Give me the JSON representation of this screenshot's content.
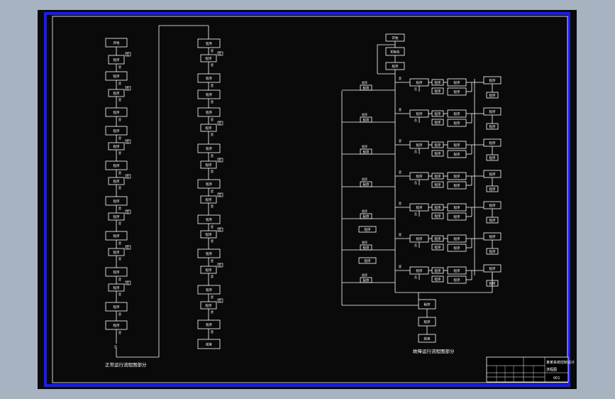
{
  "drawing": {
    "left_caption": "正常运行流程图部分",
    "right_caption": "故障运行流程图部分",
    "start_label": "开始",
    "end_label": "结束",
    "node_text": "程序",
    "yes_mark": "是",
    "no_mark": "否",
    "init_label": "初始化"
  },
  "title_block": {
    "project": "某某系统控制设计",
    "drawing_name": "流程图",
    "drawing_no": "001"
  },
  "colors": {
    "background": "#a8b3c2",
    "frame": "#1a1aff",
    "canvas": "#000000",
    "line": "#ffffff"
  }
}
